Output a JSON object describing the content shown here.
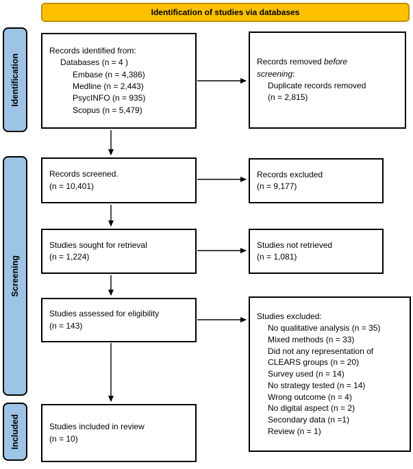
{
  "banner": {
    "label": "Identification of studies via databases"
  },
  "stages": {
    "identification": "Identification",
    "screening": "Screening",
    "included": "Included"
  },
  "boxes": {
    "records_identified": {
      "lines": [
        {
          "text": "Records identified from:",
          "indent": 0
        },
        {
          "text": "Databases (n = 4 )",
          "indent": 1
        },
        {
          "text": "Embase (n = 4,386)",
          "indent": 2
        },
        {
          "text": "Medline (n = 2,443)",
          "indent": 2
        },
        {
          "text": "PsycINFO (n = 935)",
          "indent": 2
        },
        {
          "text": "Scopus (n = 5,479)",
          "indent": 2
        }
      ]
    },
    "records_removed": {
      "line1_normal": "Records removed ",
      "line1_italic": "before",
      "line2_italic": "screening",
      "line2_suffix": ":",
      "lines": [
        {
          "text": "Duplicate records removed",
          "indent": 1
        },
        {
          "text": "(n = 2,815)",
          "indent": 1
        }
      ]
    },
    "records_screened": {
      "lines": [
        {
          "text": "Records screened.",
          "indent": 0
        },
        {
          "text": "(n = 10,401)",
          "indent": 0
        }
      ]
    },
    "records_excluded": {
      "lines": [
        {
          "text": "Records excluded",
          "indent": 0
        },
        {
          "text": "(n = 9,177)",
          "indent": 0
        }
      ]
    },
    "studies_sought": {
      "lines": [
        {
          "text": "Studies sought for retrieval",
          "indent": 0
        },
        {
          "text": "(n = 1,224)",
          "indent": 0
        }
      ]
    },
    "studies_not_retrieved": {
      "lines": [
        {
          "text": "Studies not retrieved",
          "indent": 0
        },
        {
          "text": "(n = 1,081)",
          "indent": 0
        }
      ]
    },
    "studies_assessed": {
      "lines": [
        {
          "text": "Studies assessed for eligibility",
          "indent": 0
        },
        {
          "text": "(n = 143)",
          "indent": 0
        }
      ]
    },
    "studies_excluded": {
      "lines": [
        {
          "text": "Studies excluded:",
          "indent": 0
        },
        {
          "text": "No qualitative analysis (n = 35)",
          "indent": 1
        },
        {
          "text": "Mixed methods (n = 33)",
          "indent": 1
        },
        {
          "text": "Did not any representation of",
          "indent": 1
        },
        {
          "text": "CLEARS groups (n = 20)",
          "indent": 1
        },
        {
          "text": "Survey used (n = 14)",
          "indent": 1
        },
        {
          "text": "No strategy tested (n = 14)",
          "indent": 1
        },
        {
          "text": "Wrong outcome (n = 4)",
          "indent": 1
        },
        {
          "text": "No digital aspect (n = 2)",
          "indent": 1
        },
        {
          "text": "Secondary data (n =1)",
          "indent": 1
        },
        {
          "text": "Review (n = 1)",
          "indent": 1
        }
      ]
    },
    "studies_included": {
      "lines": [
        {
          "text": "Studies included in review",
          "indent": 0
        },
        {
          "text": "(n = 10)",
          "indent": 0
        }
      ]
    }
  },
  "colors": {
    "banner_fill": "#FFC000",
    "banner_border": "#BF9000",
    "stage_fill": "#9DC3E6",
    "stage_border": "#000000",
    "box_border": "#000000",
    "arrow_color": "#000000"
  }
}
